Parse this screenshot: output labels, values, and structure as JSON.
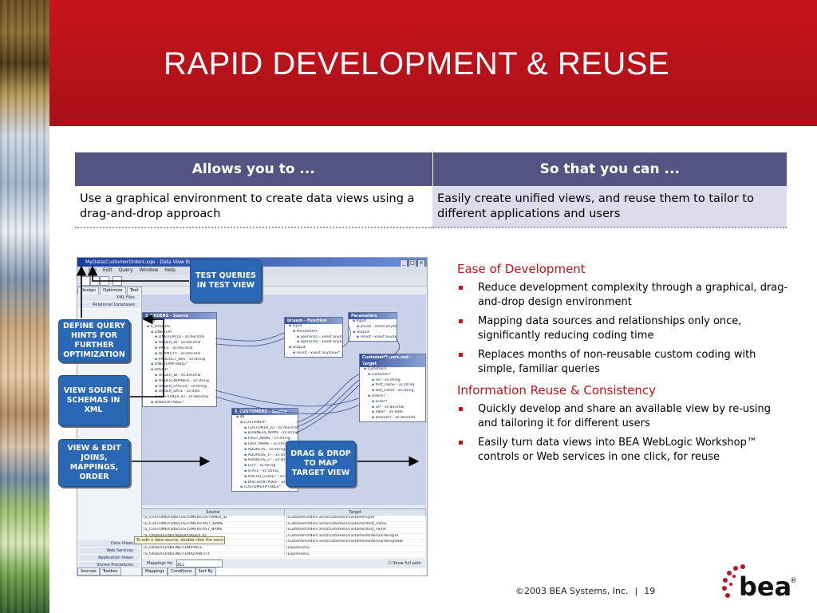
{
  "slide": {
    "title": "RAPID DEVELOPMENT & REUSE",
    "footer": {
      "copyright": "©2003 BEA Systems, Inc.",
      "separator": "|",
      "page_number": "19"
    },
    "logo_text": "bea",
    "logo_mark": "®"
  },
  "table": {
    "headers": [
      "Allows you to ...",
      "So that you can ..."
    ],
    "row": [
      "Use a graphical environment to create data views using a drag-and-drop approach",
      "Easily create unified views, and reuse them to tailor to different applications and users"
    ]
  },
  "callouts": {
    "test_queries": "TEST QUERIES IN TEST VIEW",
    "define_query_hints": "DEFINE QUERY HINTS FOR FURTHER OPTIMIZATION",
    "view_source_schemas": "VIEW SOURCE SCHEMAS IN XML",
    "view_edit_joins": "VIEW & EDIT JOINS, MAPPINGS, ORDER",
    "drag_drop": "DRAG & DROP TO MAP TARGET VIEW"
  },
  "sections": [
    {
      "heading": "Ease of Development",
      "bullets": [
        "Reduce development complexity through a graphical, drag-and-drop design environment",
        "Mapping data sources and relationships only once, significantly reducing coding time",
        "Replaces months of non-reusable custom coding with simple, familiar queries"
      ]
    },
    {
      "heading": "Information Reuse & Consistency",
      "bullets": [
        "Quickly develop and share an available view by re-using and tailoring it for different users",
        "Easily turn data views into BEA WebLogic Workshop™ controls or Web services in one click, for reuse"
      ]
    }
  ],
  "screenshot": {
    "window_title": "MyData\\CustomerOrders.xqe - Data View Builder",
    "menu": [
      "File",
      "Edit",
      "Query",
      "Window",
      "Help"
    ],
    "tabs": [
      "Design",
      "Optimize",
      "Test"
    ],
    "left_items": [
      "XML Files",
      "Relational Databases"
    ],
    "left_bottom_items": [
      "Data Views",
      "Web Services",
      "Application Views",
      "Stored Procedures"
    ],
    "left_bottom_tabs": [
      "Sources",
      "Toolbox"
    ],
    "nodes": {
      "orders": {
        "title": "S_ORDERS - Source",
        "rows": [
          "db",
          "S_ORDERS",
          "LINEITEM",
          "LINEITEM_ID - xs:decimal",
          "ORDER_ID - xs:decimal",
          "PRICE - xs:decimal",
          "QUANTITY - xs:decimal",
          "PRODUCT_SKU - xs:string",
          "LINEITEM#TABLE*",
          "ORDER",
          "ORDER_ID - xs:decimal",
          "ORDER_NUMBER - xs:string",
          "ORDER_STATUS - xs:string",
          "ORDER_DATE - xs:date",
          "CUSTOMER_ID - xs:decimal",
          "ORDER#TABLE*"
        ]
      },
      "function": {
        "title": "bl:aum - Function",
        "input_label": "Input",
        "params_label": "Parameters",
        "params": [
          "operand1 - xsext:anyValue*",
          "operand2 - xsext:anyValue*"
        ],
        "output_label": "Output",
        "output": [
          "result - xsext:anyValue*"
        ]
      },
      "filter": {
        "title": "Parameters",
        "input_label": "Input",
        "rows": [
          "srcval - xsext:anyValue*"
        ],
        "output_label": "Output",
        "output": [
          "result - xsext:anyValue*"
        ]
      },
      "customers": {
        "title": "S_CUSTOMERS - Source",
        "rows": [
          "db",
          "CUSTOMER*",
          "CUSTOMER_ID - xs:decimal",
          "BUSINESS_NAME - xs:string",
          "FIRST_NAME - xs:string",
          "LAST_NAME - xs:string",
          "ADDRESS - xs:string",
          "ADDRESS_1? - xs:string",
          "ADDRESS_2? - xs:string",
          "CITY - xs:string",
          "STATE - xs:string",
          "POSTAL_CODE? - xs:string",
          "DISCOUNT#DEF - xs:string",
          "CUSTOMER#TABLE*"
        ]
      },
      "target": {
        "title": "CustomerOrders.xsd - Target",
        "rows": [
          "customers",
          "customer*",
          "id? - xs:string",
          "first_name - xs:string",
          "last_name - xs:string",
          "orders?",
          "order*",
          "id? - xs:decimal",
          "date? - xs:date",
          "amount? - xs:decimal"
        ]
      }
    },
    "mapping_headers": [
      "Source",
      "Target"
    ],
    "mapping_rows": [
      [
        "[S_CUSTOMER]/db/CUSTOMER/CUSTOMER_ID",
        "[CustomerOrders.xsd]/customers/customer/@id"
      ],
      [
        "[S_CUSTOMER]/db/CUSTOMER/FIRST_NAME",
        "[CustomerOrders.xsd]/customers/customer/first_name"
      ],
      [
        "[S_CUSTOMER]/db/CUSTOMER/LAST_NAME",
        "[CustomerOrders.xsd]/customers/customer/last_name"
      ],
      [
        "[S_ORDERS]/db/ORDER/ORDER_ID",
        "[CustomerOrders.xsd]/customers/customer/orders/order/@id"
      ],
      [
        "[S_ORDERS]/db/ORDER/ORDER_DATE",
        "[CustomerOrders.xsd]/customers/customer/orders/order/@date"
      ],
      [
        "[S_ORDERS]/db/LINEITEM/PRICE",
        "[Expression]"
      ],
      [
        "[S_ORDERS]/db/LINEITEM/QUANTITY",
        "[Expression]"
      ]
    ],
    "tooltip": "To edit a data source, double click the source",
    "mappings_for_label": "Mappings for",
    "mappings_for_value": "ALL",
    "show_full_path": "Show full path",
    "bottom_tabs": [
      "Mappings",
      "Conditions",
      "Sort By"
    ]
  }
}
